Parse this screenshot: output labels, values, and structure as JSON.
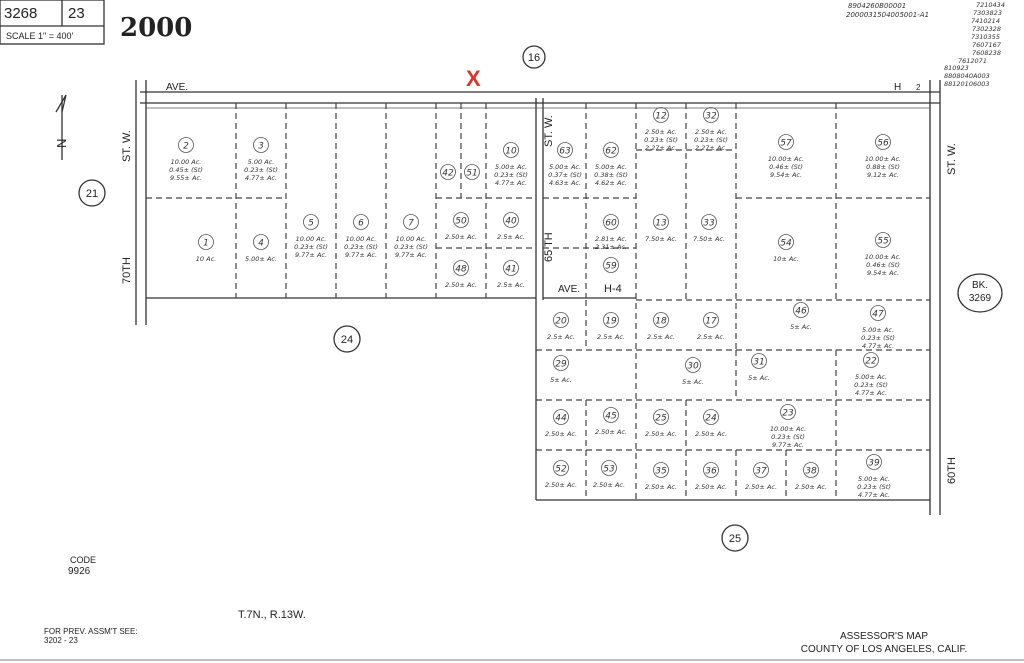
{
  "header": {
    "book": "3268",
    "page": "23",
    "scale_label": "SCALE 1\" = 400'",
    "year": "2000",
    "ref_numbers": [
      "8904260B00001",
      "2000031504005001-A1"
    ],
    "right_codes": [
      "7210434",
      "7303823",
      "7410214",
      "7302328",
      "7310355",
      "7607167",
      "7608238",
      "7612071"
    ],
    "lower_codes": [
      "810923",
      "8808040A003",
      "88120106003"
    ]
  },
  "markers": {
    "x_mark": "X",
    "north_letter": "N",
    "adjoining": [
      "16",
      "21",
      "24",
      "25"
    ],
    "bk_label": "BK.",
    "bk_number": "3269"
  },
  "streets": {
    "top_ave": "AVE.",
    "top_h": "H",
    "top_h_num": "2",
    "left_st": "ST. W.",
    "left_70th": "70TH",
    "mid_st": "ST. W.",
    "mid_65th": "65 TH",
    "right_st": "ST. W.",
    "right_60th": "60TH",
    "mid_ave": "AVE.",
    "mid_h4": "H-4"
  },
  "parcels": [
    {
      "id": "2",
      "area": "10.00 Ac.",
      "sub1": "0.45± (St)",
      "sub2": "9.55± Ac."
    },
    {
      "id": "3",
      "area": "5.00 Ac.",
      "sub1": "0.23± (St)",
      "sub2": "4.77± Ac."
    },
    {
      "id": "1",
      "area": "10 Ac.",
      "sub1": "",
      "sub2": ""
    },
    {
      "id": "4",
      "area": "5.00± Ac.",
      "sub1": "",
      "sub2": ""
    },
    {
      "id": "5",
      "area": "10.00 Ac.",
      "sub1": "0.23± (St)",
      "sub2": "9.77± Ac."
    },
    {
      "id": "6",
      "area": "10.00 Ac.",
      "sub1": "0.23± (St)",
      "sub2": "9.77± Ac."
    },
    {
      "id": "7",
      "area": "10.00 Ac.",
      "sub1": "0.23± (St)",
      "sub2": "9.77± Ac."
    },
    {
      "id": "42",
      "area": "",
      "sub1": "",
      "sub2": ""
    },
    {
      "id": "51",
      "area": "",
      "sub1": "",
      "sub2": ""
    },
    {
      "id": "10",
      "area": "5.00± Ac.",
      "sub1": "0.23± (St)",
      "sub2": "4.77± Ac."
    },
    {
      "id": "50",
      "area": "2.50± Ac.",
      "sub1": "",
      "sub2": ""
    },
    {
      "id": "40",
      "area": "2.5± Ac.",
      "sub1": "",
      "sub2": ""
    },
    {
      "id": "48",
      "area": "2.50± Ac.",
      "sub1": "",
      "sub2": ""
    },
    {
      "id": "41",
      "area": "2.5± Ac.",
      "sub1": "",
      "sub2": ""
    },
    {
      "id": "63",
      "area": "5.00± Ac.",
      "sub1": "0.37± (St)",
      "sub2": "4.63± Ac."
    },
    {
      "id": "62",
      "area": "5.00± Ac.",
      "sub1": "0.38± (St)",
      "sub2": "4.62± Ac."
    },
    {
      "id": "12",
      "area": "2.50± Ac.",
      "sub1": "0.23± (St)",
      "sub2": "2.27± Ac."
    },
    {
      "id": "32",
      "area": "2.50± Ac.",
      "sub1": "0.23± (St)",
      "sub2": "2.27± Ac."
    },
    {
      "id": "57",
      "area": "10.00± Ac.",
      "sub1": "0.46± (St)",
      "sub2": "9.54± Ac."
    },
    {
      "id": "56",
      "area": "10.00± Ac.",
      "sub1": "0.88± (St)",
      "sub2": "9.12± Ac."
    },
    {
      "id": "60",
      "area": "2.81± Ac.",
      "sub1": "",
      "sub2": "2.31± Ac."
    },
    {
      "id": "59",
      "area": "",
      "sub1": "",
      "sub2": ""
    },
    {
      "id": "13",
      "area": "7.50± Ac.",
      "sub1": "",
      "sub2": ""
    },
    {
      "id": "33",
      "area": "7.50± Ac.",
      "sub1": "",
      "sub2": ""
    },
    {
      "id": "54",
      "area": "10± Ac.",
      "sub1": "",
      "sub2": ""
    },
    {
      "id": "55",
      "area": "10.00± Ac.",
      "sub1": "0.46± (St)",
      "sub2": "9.54± Ac."
    },
    {
      "id": "20",
      "area": "2.5± Ac.",
      "sub1": "",
      "sub2": ""
    },
    {
      "id": "19",
      "area": "2.5± Ac.",
      "sub1": "",
      "sub2": ""
    },
    {
      "id": "18",
      "area": "2.5± Ac.",
      "sub1": "",
      "sub2": ""
    },
    {
      "id": "17",
      "area": "2.5± Ac.",
      "sub1": "",
      "sub2": ""
    },
    {
      "id": "46",
      "area": "5± Ac.",
      "sub1": "",
      "sub2": ""
    },
    {
      "id": "47",
      "area": "5.00± Ac.",
      "sub1": "0.23± (St)",
      "sub2": "4.77± Ac."
    },
    {
      "id": "22",
      "area": "5.00± Ac.",
      "sub1": "0.23± (St)",
      "sub2": "4.77± Ac."
    },
    {
      "id": "29",
      "area": "5± Ac.",
      "sub1": "",
      "sub2": ""
    },
    {
      "id": "30",
      "area": "5± Ac.",
      "sub1": "",
      "sub2": ""
    },
    {
      "id": "31",
      "area": "5± Ac.",
      "sub1": "",
      "sub2": ""
    },
    {
      "id": "44",
      "area": "2.50± Ac.",
      "sub1": "",
      "sub2": ""
    },
    {
      "id": "45",
      "area": "2.50± Ac.",
      "sub1": "",
      "sub2": ""
    },
    {
      "id": "25",
      "area": "2.50± Ac.",
      "sub1": "",
      "sub2": ""
    },
    {
      "id": "24",
      "area": "2.50± Ac.",
      "sub1": "",
      "sub2": ""
    },
    {
      "id": "23",
      "area": "10.00± Ac.",
      "sub1": "0.23± (St)",
      "sub2": "9.77± Ac."
    },
    {
      "id": "52",
      "area": "2.50± Ac.",
      "sub1": "",
      "sub2": ""
    },
    {
      "id": "53",
      "area": "2.50± Ac.",
      "sub1": "",
      "sub2": ""
    },
    {
      "id": "35",
      "area": "2.50± Ac.",
      "sub1": "",
      "sub2": ""
    },
    {
      "id": "36",
      "area": "2.50± Ac.",
      "sub1": "",
      "sub2": ""
    },
    {
      "id": "37",
      "area": "2.50± Ac.",
      "sub1": "",
      "sub2": ""
    },
    {
      "id": "38",
      "area": "2.50± Ac.",
      "sub1": "",
      "sub2": ""
    },
    {
      "id": "39",
      "area": "5.00± Ac.",
      "sub1": "0.23± (St)",
      "sub2": "4.77± Ac."
    }
  ],
  "footer": {
    "code_label": "CODE",
    "code_value": "9926",
    "township": "T.7N., R.13W.",
    "prev_label": "FOR PREV. ASSM'T SEE:",
    "prev_value": "3202 - 23",
    "map_title": "ASSESSOR'S MAP",
    "map_county": "COUNTY OF LOS ANGELES, CALIF."
  },
  "colors": {
    "x_mark": "#e0322c",
    "ink": "#222222",
    "background": "#ffffff"
  }
}
